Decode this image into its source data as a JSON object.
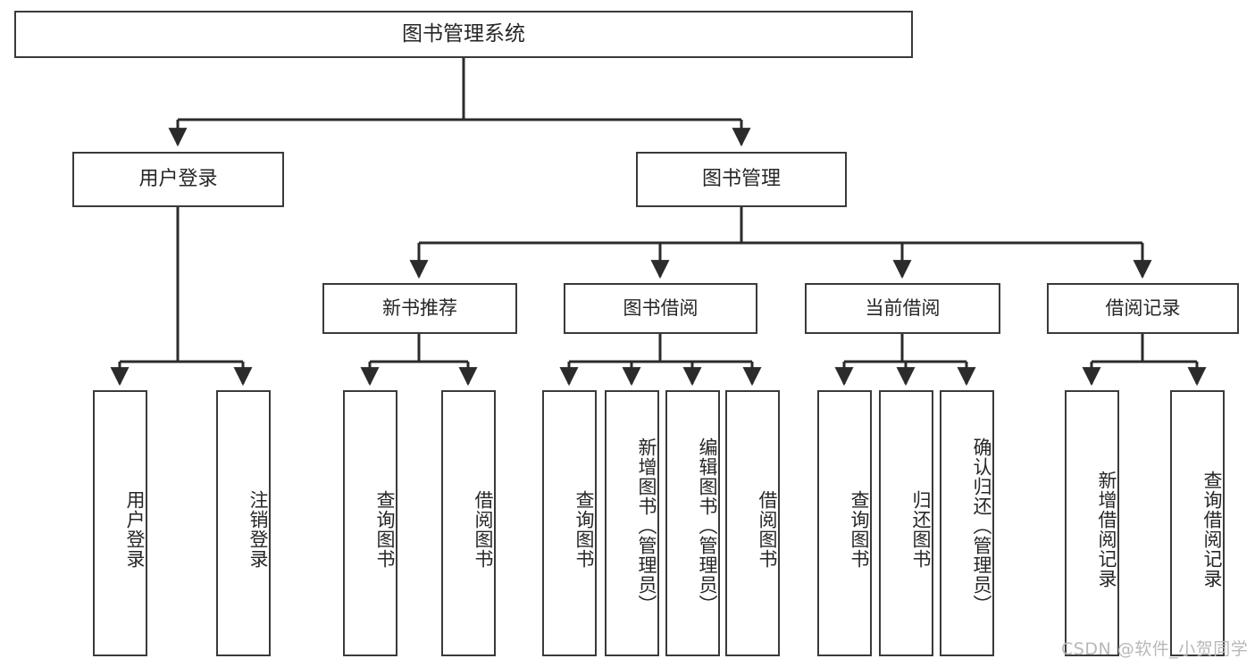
{
  "diagram": {
    "type": "tree-hierarchy",
    "title": "图书管理系统",
    "watermark": "CSDN @软件_小贺同学",
    "colors": {
      "box_border": "#3a3a3a",
      "box_fill": "#ffffff",
      "connector": "#2b2b2b",
      "text": "#262626",
      "watermark": "#b8b8b8",
      "background": "#ffffff"
    },
    "root": {
      "label": "图书管理系统"
    },
    "level1": [
      {
        "label": "用户登录"
      },
      {
        "label": "图书管理"
      }
    ],
    "level2": [
      {
        "label": "新书推荐"
      },
      {
        "label": "图书借阅"
      },
      {
        "label": "当前借阅"
      },
      {
        "label": "借阅记录"
      }
    ],
    "leaves": {
      "user_login": [
        {
          "label": "用户登录"
        },
        {
          "label": "注销登录"
        }
      ],
      "new_book_recommend": [
        {
          "label": "查询图书"
        },
        {
          "label": "借阅图书"
        }
      ],
      "book_borrow": [
        {
          "label": "查询图书"
        },
        {
          "label": "新增图书（管理员）"
        },
        {
          "label": "编辑图书（管理员）"
        },
        {
          "label": "借阅图书"
        }
      ],
      "current_borrow": [
        {
          "label": "查询图书"
        },
        {
          "label": "归还图书"
        },
        {
          "label": "确认归还（管理员）"
        }
      ],
      "borrow_record": [
        {
          "label": "新增借阅记录"
        },
        {
          "label": "查询借阅记录"
        }
      ]
    }
  }
}
